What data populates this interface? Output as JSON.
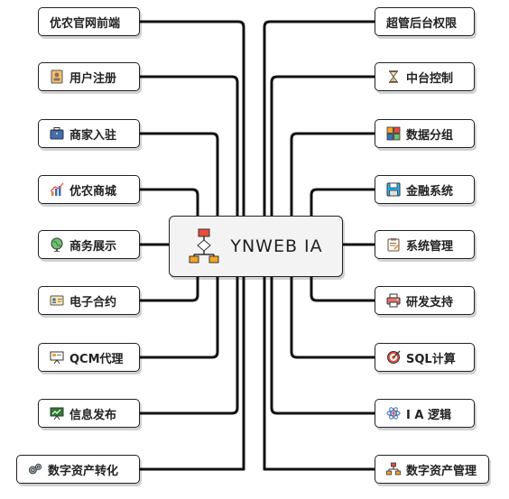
{
  "center": {
    "title": "YNWEB IA",
    "icon": "flowchart-icon"
  },
  "left_nodes": [
    {
      "label": "优农官网前端",
      "icon": ""
    },
    {
      "label": "用户注册",
      "icon": "user-card-icon"
    },
    {
      "label": "商家入驻",
      "icon": "briefcase-icon"
    },
    {
      "label": "优农商城",
      "icon": "bar-chart-icon"
    },
    {
      "label": "商务展示",
      "icon": "globe-icon"
    },
    {
      "label": "电子合约",
      "icon": "id-card-icon"
    },
    {
      "label": "QCM代理",
      "icon": "presentation-icon"
    },
    {
      "label": "信息发布",
      "icon": "screen-icon"
    },
    {
      "label": "数字资产转化",
      "icon": "gears-icon"
    }
  ],
  "right_nodes": [
    {
      "label": "超管后台权限",
      "icon": ""
    },
    {
      "label": "中台控制",
      "icon": "hourglass-icon"
    },
    {
      "label": "数据分组",
      "icon": "grid-icon"
    },
    {
      "label": "金融系统",
      "icon": "floppy-icon"
    },
    {
      "label": "系统管理",
      "icon": "clipboard-icon"
    },
    {
      "label": "研发支持",
      "icon": "printer-icon"
    },
    {
      "label": "SQL计算",
      "icon": "target-icon"
    },
    {
      "label": "I A  逻辑",
      "icon": "atom-icon"
    },
    {
      "label": "数字资产管理",
      "icon": "hierarchy-icon"
    }
  ]
}
